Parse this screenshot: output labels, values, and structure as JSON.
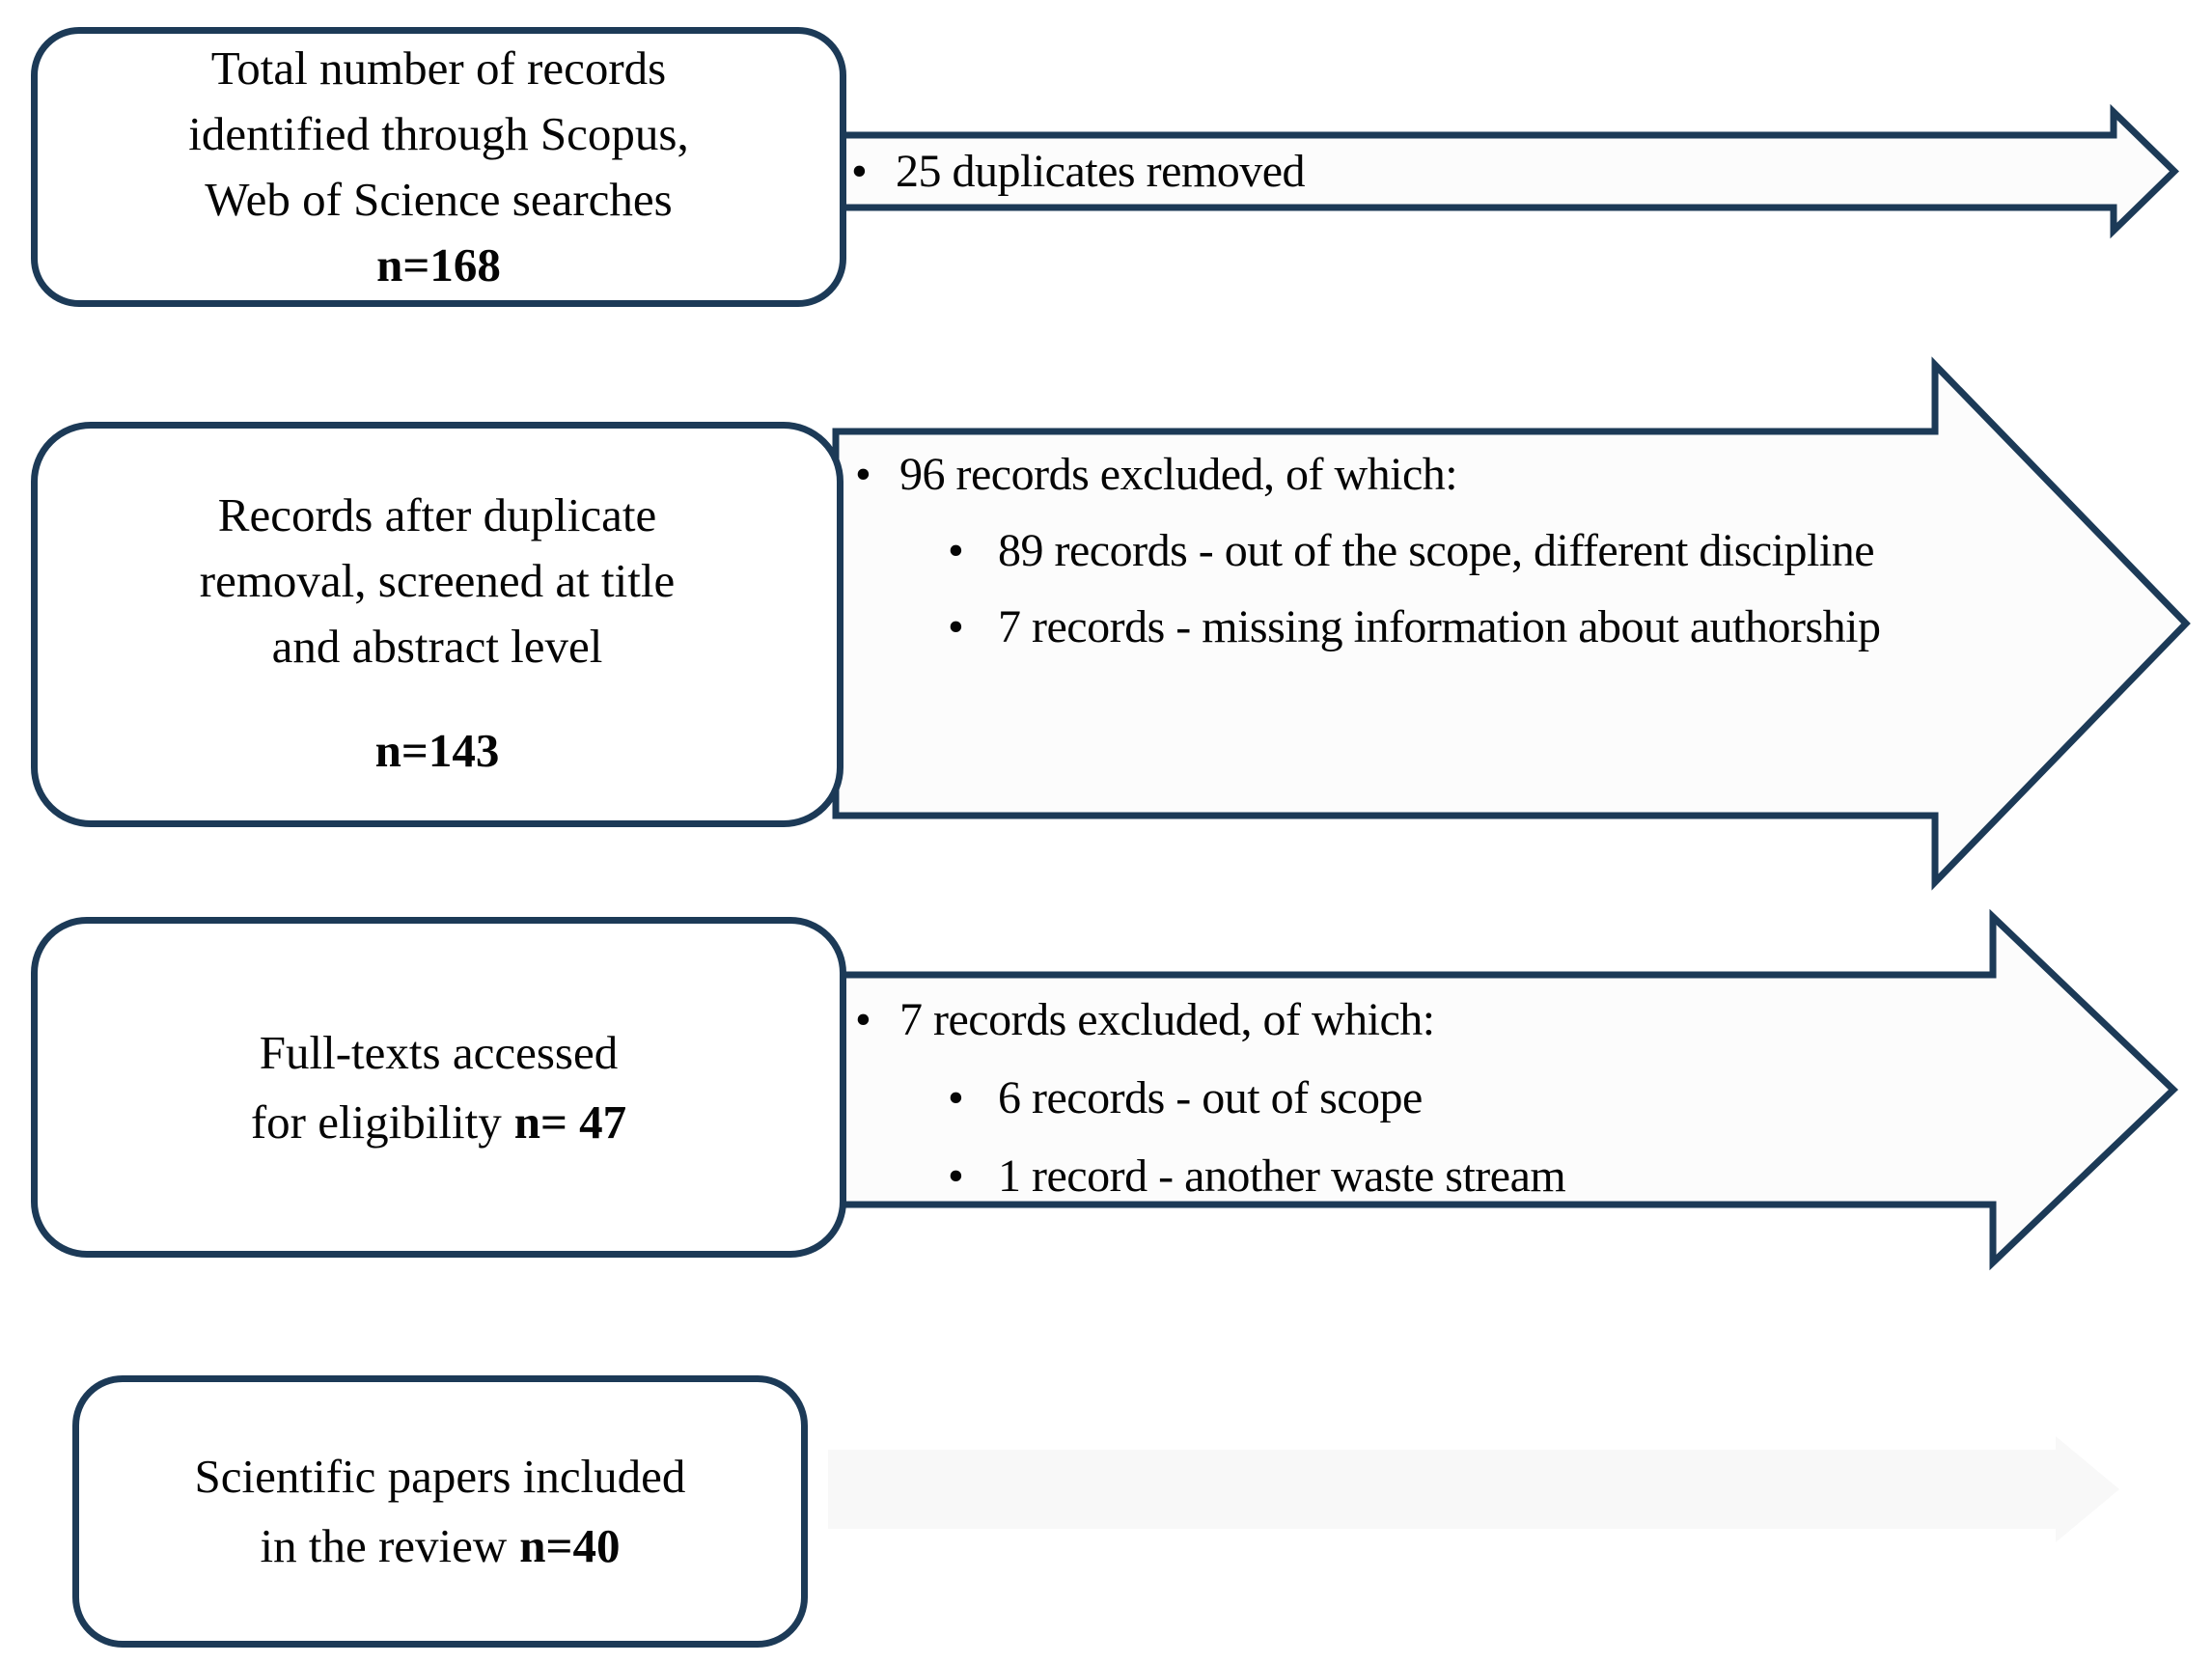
{
  "glyphs": {
    "bullet": "•"
  },
  "colors": {
    "outline": "#1c3a57",
    "box_fill": "#ffffff",
    "arrow_fill": "#fcfcfc",
    "ghost_arrow_fill": "#f8f8f8",
    "text": "#050505"
  },
  "boxes": [
    {
      "id": "identification",
      "lines": [
        "Total number of records",
        "identified through Scopus,",
        "Web of Science searches"
      ],
      "count_label": "n=168"
    },
    {
      "id": "screening",
      "lines": [
        "Records after duplicate",
        "removal, screened at title",
        "and abstract level"
      ],
      "count_label": "n=143"
    },
    {
      "id": "eligibility",
      "lines": [
        "Full-texts accessed",
        "for eligibility"
      ],
      "count_label": "n= 47"
    },
    {
      "id": "included",
      "lines": [
        "Scientific papers included",
        "in the review"
      ],
      "count_label": "n=40"
    }
  ],
  "arrows": [
    {
      "id": "duplicates-removed",
      "items": [
        {
          "level": 1,
          "text": "25 duplicates removed"
        }
      ]
    },
    {
      "id": "title-abstract-exclusions",
      "items": [
        {
          "level": 1,
          "text": "96 records excluded, of which:"
        },
        {
          "level": 2,
          "text": "89 records - out of the scope, different discipline"
        },
        {
          "level": 2,
          "text": "7 records - missing information about authorship"
        }
      ]
    },
    {
      "id": "fulltext-exclusions",
      "items": [
        {
          "level": 1,
          "text": "7 records excluded, of which:"
        },
        {
          "level": 2,
          "text": "6 records - out of scope"
        },
        {
          "level": 2,
          "text": "1 record - another waste stream"
        }
      ]
    }
  ]
}
